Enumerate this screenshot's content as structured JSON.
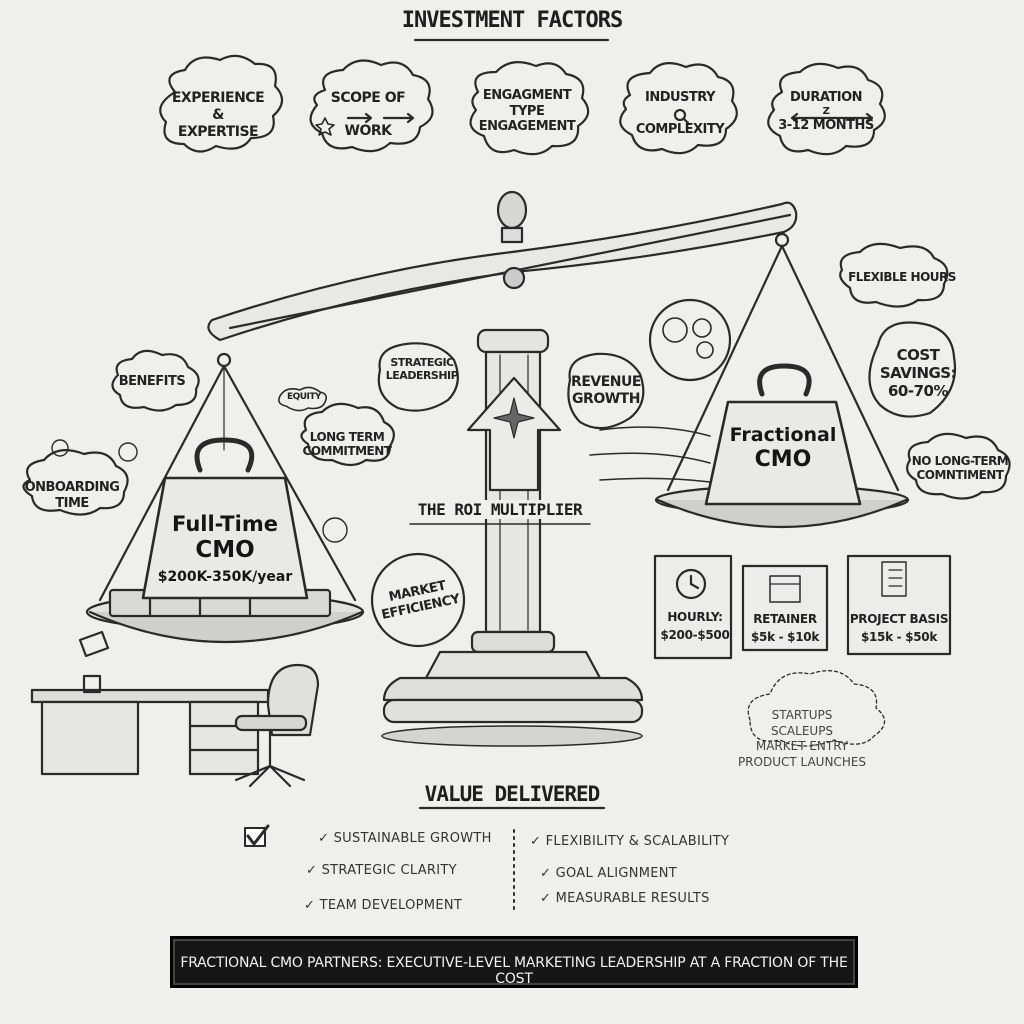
{
  "title": "INVESTMENT FACTORS",
  "factors": [
    {
      "line1": "EXPERIENCE",
      "line2": "&",
      "line3": "EXPERTISE"
    },
    {
      "line1": "SCOPE OF",
      "line2": "WORK"
    },
    {
      "line1": "ENGAGMENT",
      "line2": "TYPE",
      "line3": "ENGAGEMENT"
    },
    {
      "line1": "INDUSTRY",
      "line2": "COMPLEXITY"
    },
    {
      "line1": "DURATION",
      "line2": "Z",
      "line3": "3-12 MONTHS"
    }
  ],
  "left": {
    "weight_line1": "Full-Time",
    "weight_line2": "CMO",
    "price": "$200K-350K/year",
    "bubbles": {
      "benefits": "BENEFITS",
      "equity": "EQUITY",
      "long_term1": "LONG TERM",
      "long_term2": "COMMITMENT",
      "onboarding1": "ONBOARDING",
      "onboarding2": "TIME"
    }
  },
  "center": {
    "strategic1": "STRATEGIC",
    "strategic2": "LEADERSHIP",
    "roi": "THE ROI MULTIPLIER",
    "market1": "MARKET",
    "market2": "EFFICIENCY",
    "revenue1": "REVENUE",
    "revenue2": "GROWTH"
  },
  "right": {
    "weight_line1": "Fractional",
    "weight_line2": "CMO",
    "bubbles": {
      "flexible": "FLEXIBLE HOURS",
      "cost1": "COST",
      "cost2": "SAVINGS:",
      "cost3": "60-70%",
      "no_long1": "NO LONG-TERM",
      "no_long2": "COMNTIMENT"
    }
  },
  "pricing": [
    {
      "label": "HOURLY:",
      "value": "$200-$500"
    },
    {
      "label": "RETAINER",
      "value": "$5k - $10k"
    },
    {
      "label": "PROJECT BASIS",
      "value": "$15k - $50k"
    }
  ],
  "audience": [
    "STARTUPS",
    "SCALEUPS",
    "MARKET ENTRY",
    "PRODUCT LAUNCHES"
  ],
  "value_title": "VALUE DELIVERED",
  "values_left": [
    "✓ SUSTAINABLE GROWTH",
    "✓ STRATEGIC CLARITY",
    "✓ TEAM DEVELOPMENT"
  ],
  "values_right": [
    "✓ FLEXIBILITY & SCALABILITY",
    "✓ GOAL ALIGNMENT",
    "✓ MEASURABLE RESULTS"
  ],
  "banner": "FRACTIONAL CMO PARTNERS: EXECUTIVE-LEVEL MARKETING LEADERSHIP AT A FRACTION OF THE COST"
}
